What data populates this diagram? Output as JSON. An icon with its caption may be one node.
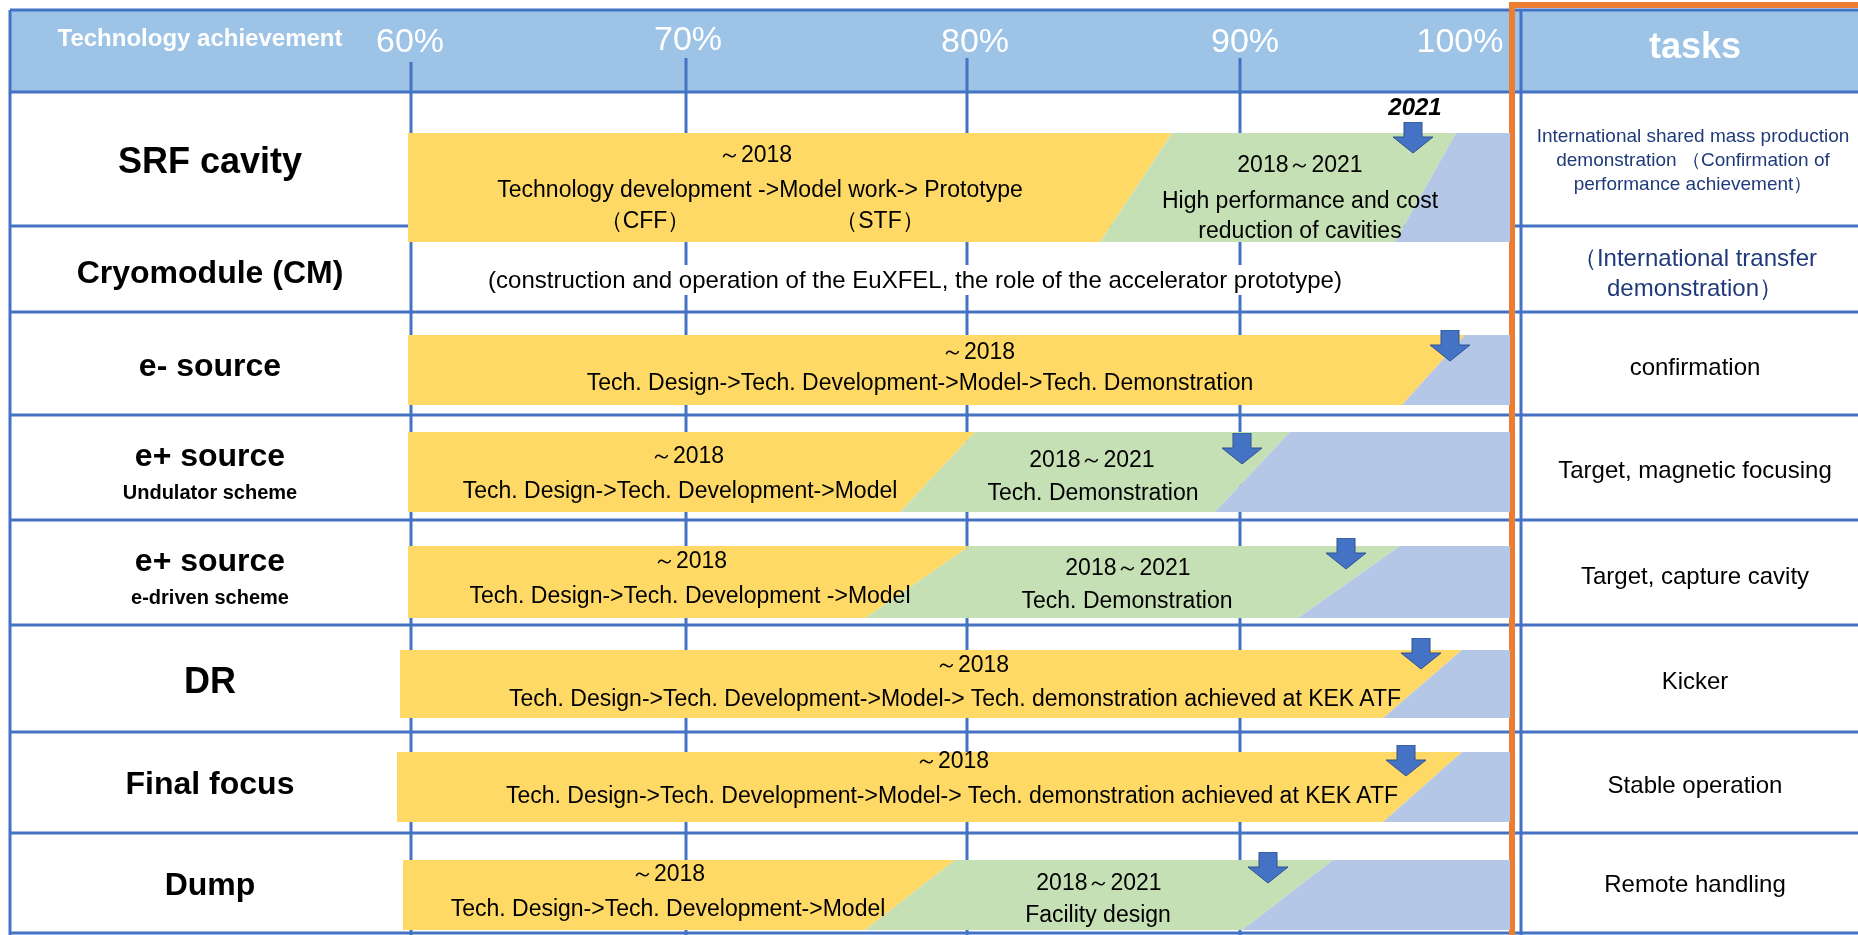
{
  "diagram": {
    "nodes": [
      {
        "text": [
          "～2018",
          "Technology development ->Model work-> Prototype",
          "（CFF）",
          "（STF）"
        ]
      },
      {
        "text": [
          "2018～2021",
          "High performance and cost reduction of cavities"
        ]
      },
      {
        "text": [],
        "shape": "bar"
      },
      {
        "text": [
          "～2018",
          "Tech. Design->Tech. Development->Model->Tech. Demonstration"
        ]
      },
      {
        "text": [],
        "shape": "bar"
      },
      {
        "text": [
          "～2018",
          "Tech. Design->Tech. Development->Model"
        ]
      },
      {
        "text": [
          "2018～2021",
          "Tech. Demonstration"
        ]
      },
      {
        "text": [],
        "shape": "bar"
      },
      {
        "text": [
          "～2018",
          "Tech. Design->Tech. Development ->Model"
        ]
      },
      {
        "text": [
          "2018～2021",
          "Tech. Demonstration"
        ]
      },
      {
        "text": [],
        "shape": "bar"
      },
      {
        "text": [
          "～2018",
          "Tech. Design->Tech. Development->Model-> Tech. demonstration achieved at KEK ATF"
        ]
      },
      {
        "text": [],
        "shape": "bar"
      },
      {
        "text": [
          "～2018",
          "Tech. Design->Tech. Development->Model-> Tech. demonstration achieved at KEK ATF"
        ]
      },
      {
        "text": [],
        "shape": "bar"
      },
      {
        "text": [
          "～2018",
          "Tech. Design->Tech. Development->Model"
        ]
      },
      {
        "text": [
          "2018～2021",
          "Facility design"
        ]
      },
      {
        "text": [],
        "shape": "bar"
      }
    ],
    "labels": [
      "Technology achievement",
      "60%",
      "70%",
      "80%",
      "90%",
      "100%",
      "tasks",
      "SRF cavity",
      "2021",
      "International shared mass production demonstration （Confirmation of performance achievement）",
      "Cryomodule (CM)",
      "(construction and operation of the EuXFEL, the role of the accelerator prototype)",
      "（International transfer demonstration）",
      "e- source",
      "confirmation",
      "e+ source",
      "Undulator scheme",
      "Target, magnetic focusing",
      "e+ source",
      "e-driven scheme",
      "Target, capture cavity",
      "DR",
      "Kicker",
      "Final focus",
      "Stable operation",
      "Dump",
      "Remote handling"
    ]
  }
}
